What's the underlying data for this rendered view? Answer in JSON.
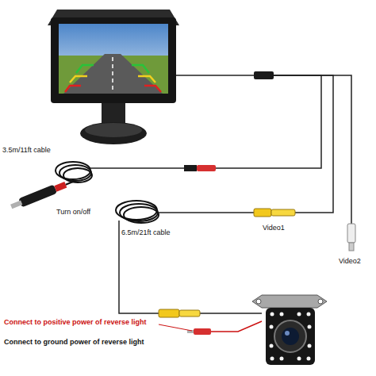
{
  "diagram": {
    "labels": [
      "3.5m/11ft cable",
      "Turn on/off",
      "6.5m/21ft cable",
      "Video1",
      "Video2",
      "Connect to positive power of reverse light",
      "Connect to ground power of reverse light"
    ]
  }
}
